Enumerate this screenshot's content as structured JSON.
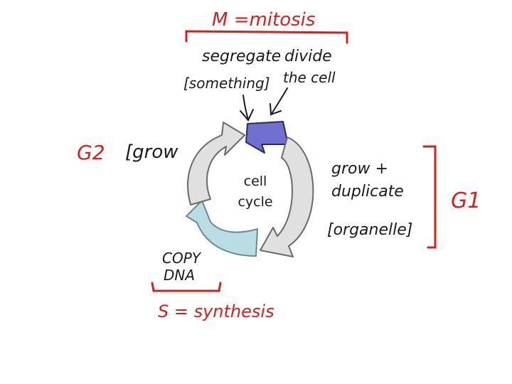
{
  "diagram": {
    "center": {
      "line1": "cell",
      "line2": "cycle"
    },
    "phases": {
      "mitosis": {
        "label": "M =mitosis",
        "note_left_line1": "segregate",
        "note_left_line2": "[something]",
        "note_right_line1": "divide",
        "note_right_line2": "the cell",
        "color": "#7070d0"
      },
      "g1": {
        "label": "G1",
        "note_line1": "grow +",
        "note_line2": "duplicate",
        "note_line3": "[organelle]",
        "color": "#e0e0e0"
      },
      "s": {
        "label": "S = synthesis",
        "note_line1": "COPY",
        "note_line2": "DNA",
        "color": "#b9dde3"
      },
      "g2": {
        "label": "G2",
        "note": "[grow",
        "color": "#e0e0e0"
      }
    },
    "colors": {
      "red": "#d4201f",
      "ink": "#1a1a1a"
    }
  }
}
